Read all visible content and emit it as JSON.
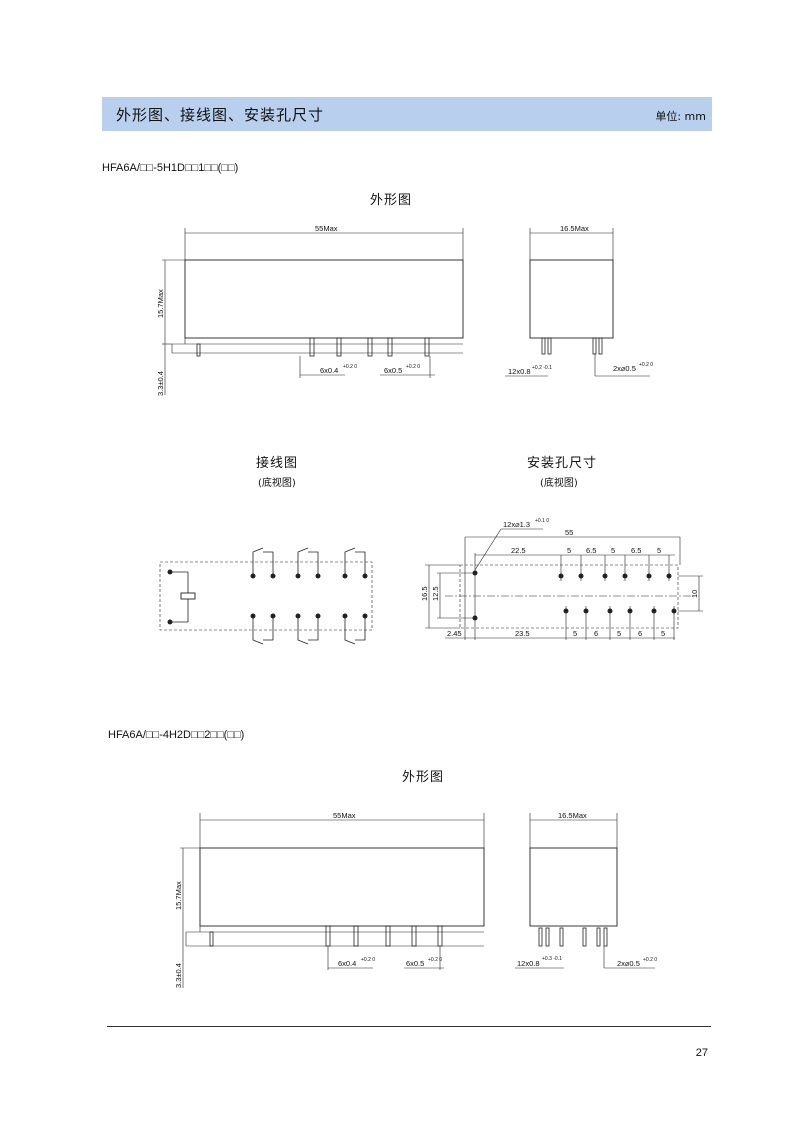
{
  "header": {
    "title": "外形图、接线图、安装孔尺寸",
    "unit": "单位: mm"
  },
  "section1": {
    "model": "HFA6A/□□-5H1D□□1□□(□□)",
    "outline_title": "外形图",
    "front": {
      "width": "55Max",
      "height": "15.7Max",
      "pin_len": "3.3±0.4",
      "pin_a": "6x0.4",
      "pin_a_tol": "+0.2 0",
      "pin_b": "6x0.5",
      "pin_b_tol": "+0.2 0"
    },
    "side": {
      "width": "16.5Max",
      "pin_a": "12x0.8",
      "pin_a_tol": "+0.2 -0.1",
      "pin_b": "2x⌀0.5",
      "pin_b_tol": "+0.2 0"
    },
    "wiring_title": "接线图",
    "wiring_sub": "(底视图)",
    "holes_title": "安装孔尺寸",
    "holes_sub": "(底视图)",
    "holes": {
      "hole_spec": "12x⌀1.3",
      "hole_tol": "+0.1 0",
      "overall": "55",
      "top_dims": [
        "22.5",
        "5",
        "6.5",
        "5",
        "6.5",
        "5"
      ],
      "bottom_dims": [
        "2.45",
        "23.5",
        "5",
        "6",
        "5",
        "6",
        "5"
      ],
      "v_outer": "16.5",
      "v_inner": "12.5",
      "v_right": "10"
    }
  },
  "section2": {
    "model": "HFA6A/□□-4H2D□□2□□(□□)",
    "outline_title": "外形图",
    "front": {
      "width": "55Max",
      "height": "15.7Max",
      "pin_len": "3.3±0.4",
      "pin_a": "6x0.4",
      "pin_a_tol": "+0.2 0",
      "pin_b": "6x0.5",
      "pin_b_tol": "+0.2 0"
    },
    "side": {
      "width": "16.5Max",
      "pin_a": "12x0.8",
      "pin_a_tol": "+0.3 -0.1",
      "pin_b": "2x⌀0.5",
      "pin_b_tol": "+0.2 0"
    }
  },
  "footer": {
    "page": "27"
  }
}
